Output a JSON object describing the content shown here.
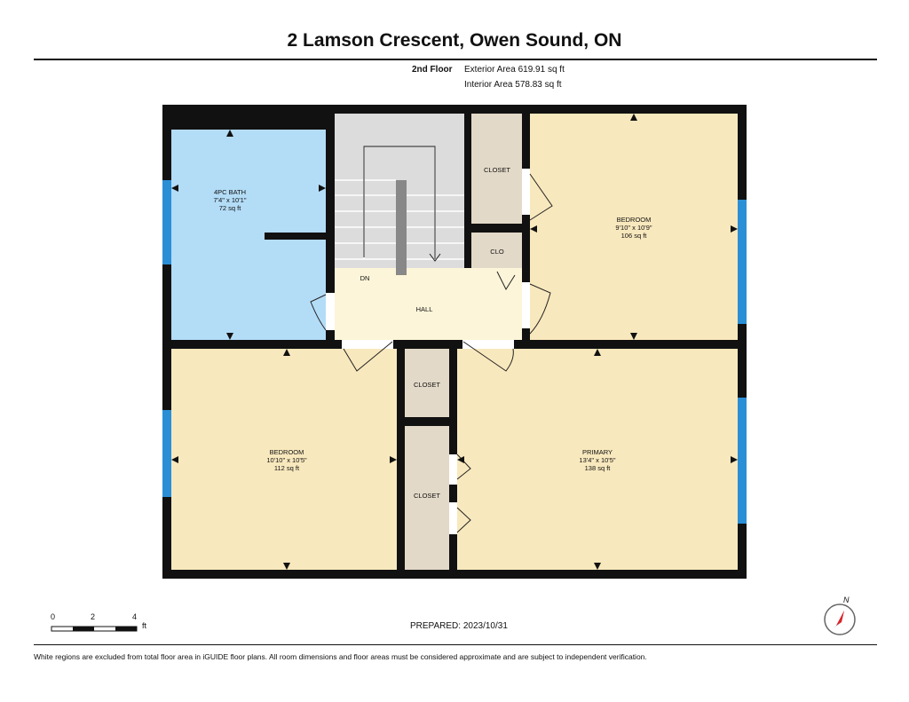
{
  "header": {
    "title": "2 Lamson Crescent, Owen Sound, ON",
    "floor": "2nd Floor",
    "exterior_area": "Exterior Area 619.91 sq ft",
    "interior_area": "Interior Area 578.83 sq ft"
  },
  "rooms": {
    "bath": {
      "name": "4PC BATH",
      "dims": "7'4\" x 10'1\"",
      "area": "72 sq ft",
      "fill": "#b3dcf7"
    },
    "bedroom_ne": {
      "name": "BEDROOM",
      "dims": "9'10\" x 10'9\"",
      "area": "106 sq ft",
      "fill": "#f8e8bd"
    },
    "bedroom_sw": {
      "name": "BEDROOM",
      "dims": "10'10\" x 10'5\"",
      "area": "112 sq ft",
      "fill": "#f8e8bd"
    },
    "primary": {
      "name": "PRIMARY",
      "dims": "13'4\" x 10'5\"",
      "area": "138 sq ft",
      "fill": "#f8e8bd"
    },
    "hall": {
      "name": "HALL",
      "fill": "#fdf5d9"
    },
    "stairs": {
      "label": "DN",
      "fill": "#dcdcdc"
    },
    "closet_top": {
      "name": "CLOSET",
      "fill": "#e3d9c8"
    },
    "clo": {
      "name": "CLO",
      "fill": "#e3d9c8"
    },
    "closet_mid": {
      "name": "CLOSET",
      "fill": "#e3d9c8"
    },
    "closet_low": {
      "name": "CLOSET",
      "fill": "#e3d9c8"
    }
  },
  "colors": {
    "wall": "#111111",
    "window": "#2b8fd6"
  },
  "scale": {
    "labels": [
      "0",
      "2",
      "4"
    ],
    "unit": "ft"
  },
  "prepared": "PREPARED: 2023/10/31",
  "compass": {
    "label": "N"
  },
  "disclaimer": "White regions are excluded from total floor area in iGUIDE floor plans. All room dimensions and floor areas must be considered approximate and are subject to independent verification."
}
